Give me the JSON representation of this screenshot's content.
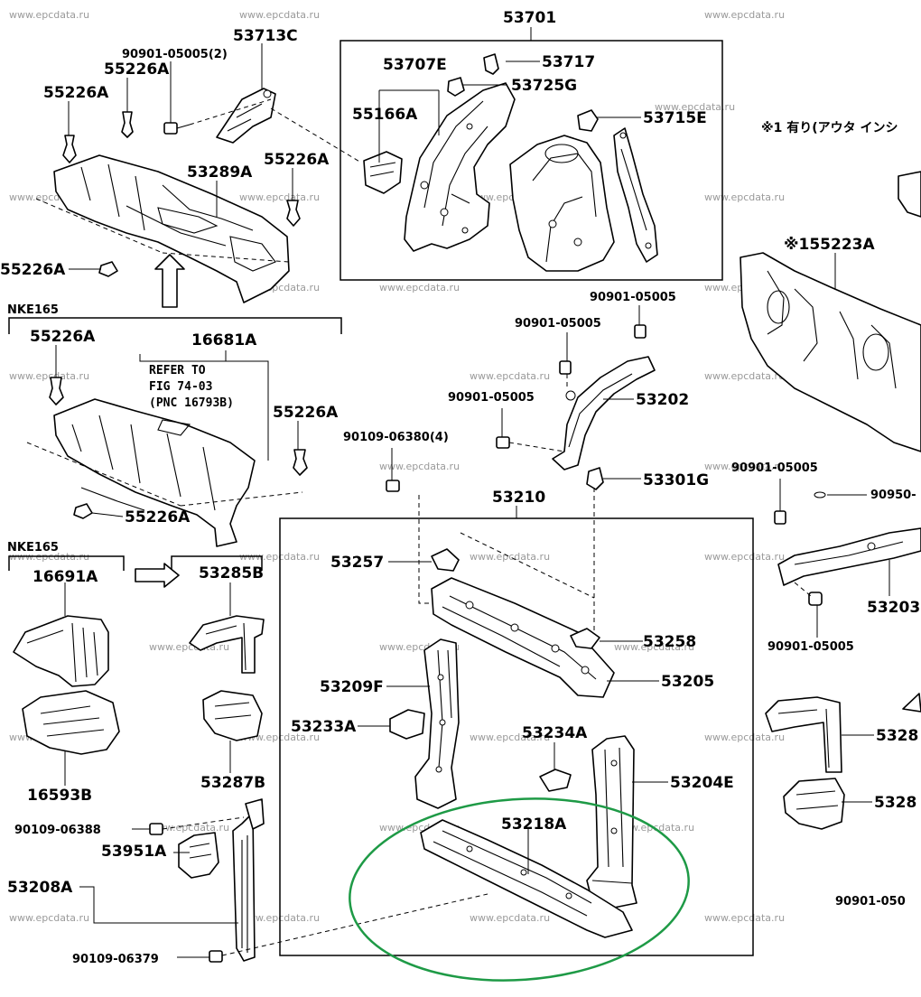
{
  "watermark": "www.epcdata.ru",
  "footnote": "※1 有り(アウタ インシ",
  "groups": {
    "nke165_a": "NKE165",
    "nke165_b": "NKE165"
  },
  "refer_note": [
    "REFER TO",
    "FIG 74-03",
    "(PNC 16793B)"
  ],
  "labels": {
    "p53701": "53701",
    "p90901_05005_2": "90901-05005(2)",
    "p53713c": "53713C",
    "p55226a_1": "55226A",
    "p55226a_2": "55226A",
    "p53707e": "53707E",
    "p53717": "53717",
    "p53725g": "53725G",
    "p55166a": "55166A",
    "p53715e": "53715E",
    "p53289a": "53289A",
    "p55226a_3": "55226A",
    "p55226a_4": "55226A",
    "p155223a": "※155223A",
    "p90901_05005_a": "90901-05005",
    "p90901_05005_b": "90901-05005",
    "p55226a_5": "55226A",
    "p16681a": "16681A",
    "p53202": "53202",
    "p90901_05005_c": "90901-05005",
    "p55226a_6": "55226A",
    "p90109_06380_4": "90109-06380(4)",
    "p53301g": "53301G",
    "p55226a_7": "55226A",
    "p90901_05005_d": "90901-05005",
    "p53210": "53210",
    "p90950": "90950-",
    "p16691a": "16691A",
    "p53285b": "53285B",
    "p53257": "53257",
    "p53203": "53203",
    "p53258": "53258",
    "p90901_05005_e": "90901-05005",
    "p53205": "53205",
    "p53209f": "53209F",
    "p53233a": "53233A",
    "p53234a": "53234A",
    "p5328_a": "5328",
    "p53204e": "53204E",
    "p16593b": "16593B",
    "p53287b": "53287B",
    "p5328_b": "5328",
    "p53218a": "53218A",
    "p90109_06388": "90109-06388",
    "p53951a": "53951A",
    "p53208a": "53208A",
    "p90901_050": "90901-050",
    "p90109_06379": "90109-06379"
  },
  "colors": {
    "highlight": "#1e9a46",
    "ink": "#000000",
    "watermark": "#9a9a9a"
  }
}
